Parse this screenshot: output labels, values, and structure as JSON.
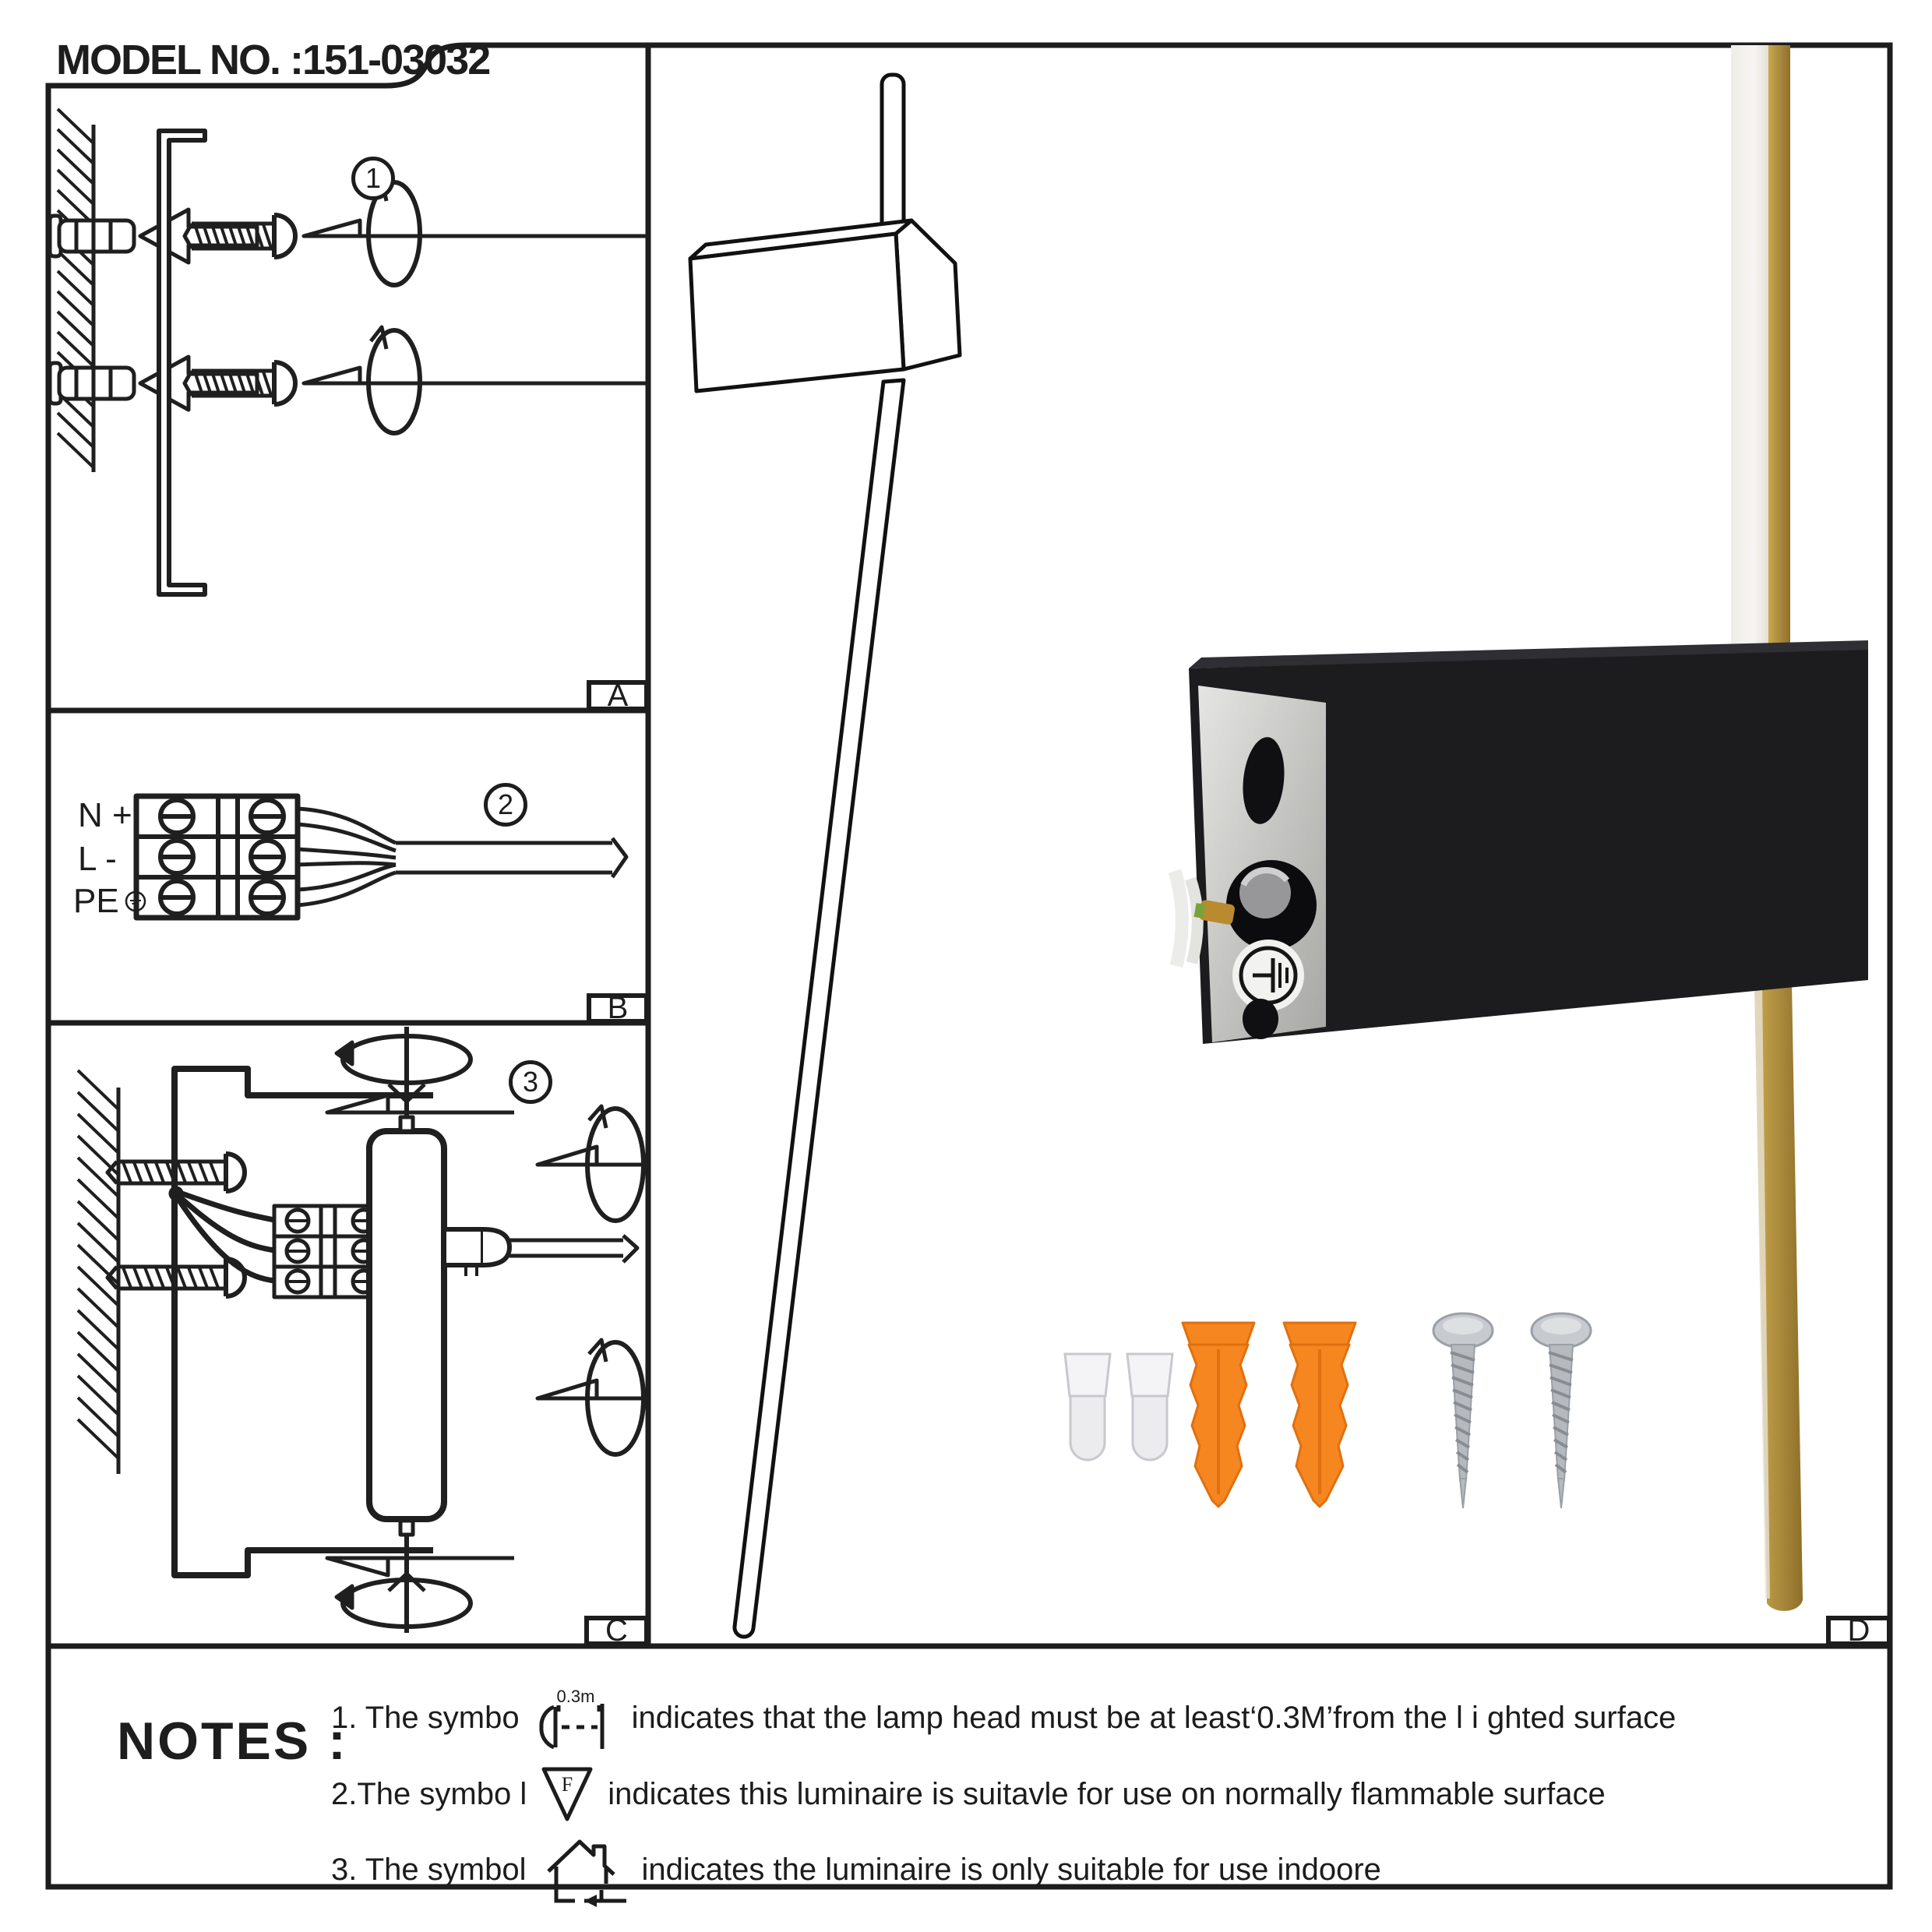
{
  "title": {
    "model_no": "MODEL NO. :151-03032"
  },
  "panels": {
    "a": {
      "tag": "A",
      "step": "1"
    },
    "b": {
      "tag": "B",
      "step": "2"
    },
    "c": {
      "tag": "C",
      "step": "3"
    },
    "d": {
      "tag": "D"
    }
  },
  "wiring": {
    "terminals": [
      {
        "label": "N +"
      },
      {
        "label": "L -"
      },
      {
        "label": "PE"
      }
    ],
    "earth_icon": "earth-ground-icon"
  },
  "notes": {
    "heading": "NOTES :",
    "items": [
      {
        "prefix": "1. The symbo",
        "icon": "min-distance-0-3m-icon",
        "icon_label": "0.3m",
        "suffix": "indicates that the lamp head must be at least‘0.3M’from the l i ghted surface"
      },
      {
        "prefix": "2.The symbo l",
        "icon": "flammable-surface-f-icon",
        "icon_label": "F",
        "suffix": "indicates this luminaire is suitavle for use on normally flammable surface"
      },
      {
        "prefix": "3. The symbol",
        "icon": "indoor-use-only-icon",
        "suffix": "indicates the luminaire is only suitable for use indoore"
      }
    ]
  },
  "colors": {
    "line": "#1d1d1d",
    "anchor_orange": "#f6861f",
    "rod_gold": "#ab8b3e",
    "housing_black": "#1c1c1f",
    "metal_silver": "#c9cccf"
  }
}
